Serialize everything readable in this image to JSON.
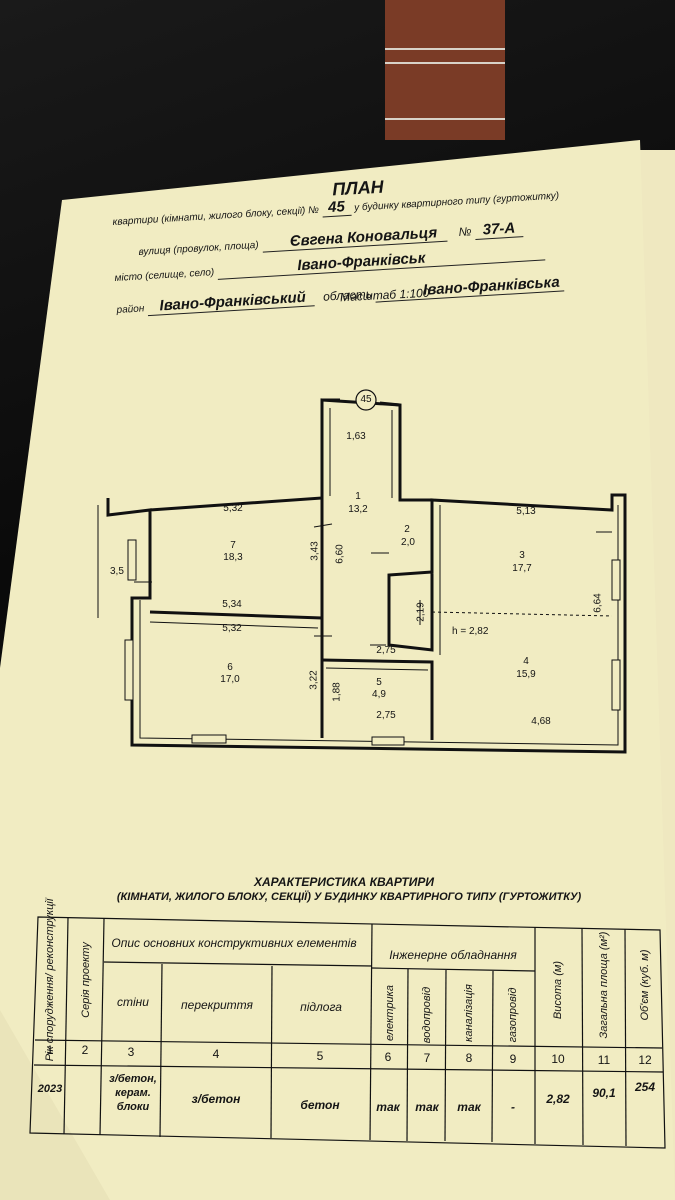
{
  "header": {
    "title": "ПЛАН",
    "line1_prefix": "квартири (кімнати, жилого блоку, секції) №",
    "apt_number": "45",
    "line1_suffix": "у будинку квартирного типу (гуртожитку)",
    "street_label": "вулиця (провулок, площа)",
    "street_value": "Євгена Коновальця",
    "house_label": "№",
    "house_value": "37-А",
    "city_label": "місто (селище, село)",
    "city_value": "Івано-Франківськ",
    "district_label": "район",
    "district_value": "Івано-Франківський",
    "oblast_label": "область",
    "oblast_value": "Івано-Франківська",
    "scale": "Масштаб 1:100"
  },
  "plan": {
    "marker": "45",
    "height_note": "h = 2,82",
    "rooms": [
      {
        "num": "1",
        "area": "13,2"
      },
      {
        "num": "2",
        "area": "2,0"
      },
      {
        "num": "3",
        "area": "17,7"
      },
      {
        "num": "4",
        "area": "15,9"
      },
      {
        "num": "5",
        "area": "4,9"
      },
      {
        "num": "6",
        "area": "17,0"
      },
      {
        "num": "7",
        "area": "18,3"
      }
    ],
    "dims": {
      "d_163": "1,63",
      "d_532_top": "5,32",
      "d_513": "5,13",
      "d_343": "3,43",
      "d_660": "6,60",
      "d_35": "3,5",
      "d_534": "5,34",
      "d_532_mid": "5,32",
      "d_219": "2,19",
      "d_664": "6,64",
      "d_275_top": "2,75",
      "d_322": "3,22",
      "d_188": "1,88",
      "d_275_bot": "2,75",
      "d_468": "4,68"
    }
  },
  "table": {
    "title1": "ХАРАКТЕРИСТИКА КВАРТИРИ",
    "title2": "(КІМНАТИ, ЖИЛОГО БЛОКУ, СЕКЦІЇ) У БУДИНКУ КВАРТИРНОГО ТИПУ (ГУРТОЖИТКУ)",
    "header_year": "Рік спорудження/ реконструкції",
    "header_series": "Серія проекту",
    "header_struct": "Опис основних конструктивних елементів",
    "header_walls": "стіни",
    "header_floors": "перекриття",
    "header_floor": "підлога",
    "header_eng": "Інженерне обладнання",
    "header_electric": "електрика",
    "header_water": "водопровід",
    "header_sewer": "каналізація",
    "header_gas": "газопровід",
    "header_height": "Висота (м)",
    "header_area": "Загальна площа (м²)",
    "header_volume": "Об'єм (куб. м)",
    "col_numbers": [
      "1",
      "2",
      "3",
      "4",
      "5",
      "6",
      "7",
      "8",
      "9",
      "10",
      "11",
      "12"
    ],
    "row": {
      "year": "2023",
      "series": "",
      "walls": "з/бетон, керам. блоки",
      "floors": "з/бетон",
      "floor": "бетон",
      "electric": "так",
      "water": "так",
      "sewer": "так",
      "gas": "-",
      "height": "2,82",
      "area": "90,1",
      "volume": "254"
    }
  }
}
